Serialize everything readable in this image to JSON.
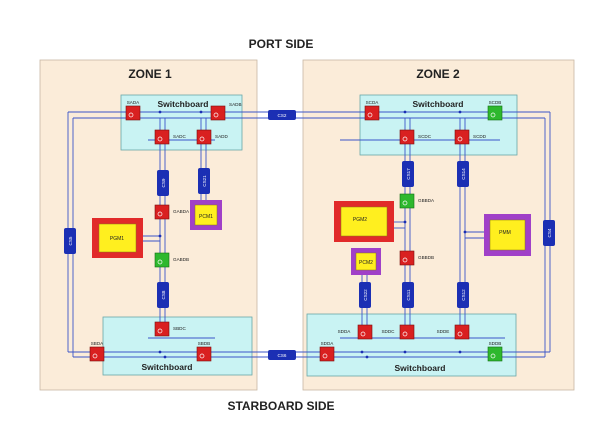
{
  "labels": {
    "port_side": "PORT SIDE",
    "starboard_side": "STARBOARD SIDE"
  },
  "zones": {
    "zone1": {
      "title": "ZONE 1",
      "top_switchboard": "Switchboard",
      "bottom_switchboard": "Switchboard"
    },
    "zone2": {
      "title": "ZONE 2",
      "top_switchboard": "Switchboard",
      "bottom_switchboard": "Switchboard"
    }
  },
  "breakers": {
    "sada": "SADA",
    "sadb": "SADB",
    "sadc": "SADC",
    "sadd": "SADD",
    "gabda": "GABDA",
    "gabdb": "GABDB",
    "sbda": "SBDA",
    "sbdb": "SBDB",
    "sbdc": "SBDC",
    "scda": "SCDA",
    "scdb": "SCDB",
    "scdc": "SCDC",
    "scdd": "SCDD",
    "gbbda": "GBBDA",
    "gbbdb": "GBBDB",
    "sdda": "SDDA",
    "sddb": "SDDB",
    "sddc": "SDDC",
    "sdde": "SDDE"
  },
  "cables": {
    "cs2": "CS2",
    "cs6": "CS6",
    "cs5": "CS5",
    "cs4": "CS4",
    "cs9": "CS9",
    "cs21": "CS21",
    "cs8": "CS8",
    "cs17": "CS17",
    "cs11": "CS11",
    "cs14": "CS14",
    "cs12": "CS12",
    "cs22": "CS22"
  },
  "modules": {
    "pgm1": "PGM1",
    "pcm1": "PCM1",
    "pgm2": "PGM2",
    "pcm2": "PCM2",
    "pmm": "PMM"
  },
  "colors": {
    "zone_fill": "#fbecd9",
    "switchboard_fill": "#c9f3f3",
    "breaker_open": "#d92020",
    "breaker_closed": "#2eb82e",
    "cable_blue": "#1b2fb4",
    "bus_line": "#3b55c8",
    "generator_border": "#e12a2a",
    "converter_border": "#a040c8",
    "module_fill": "#ffef1f"
  }
}
